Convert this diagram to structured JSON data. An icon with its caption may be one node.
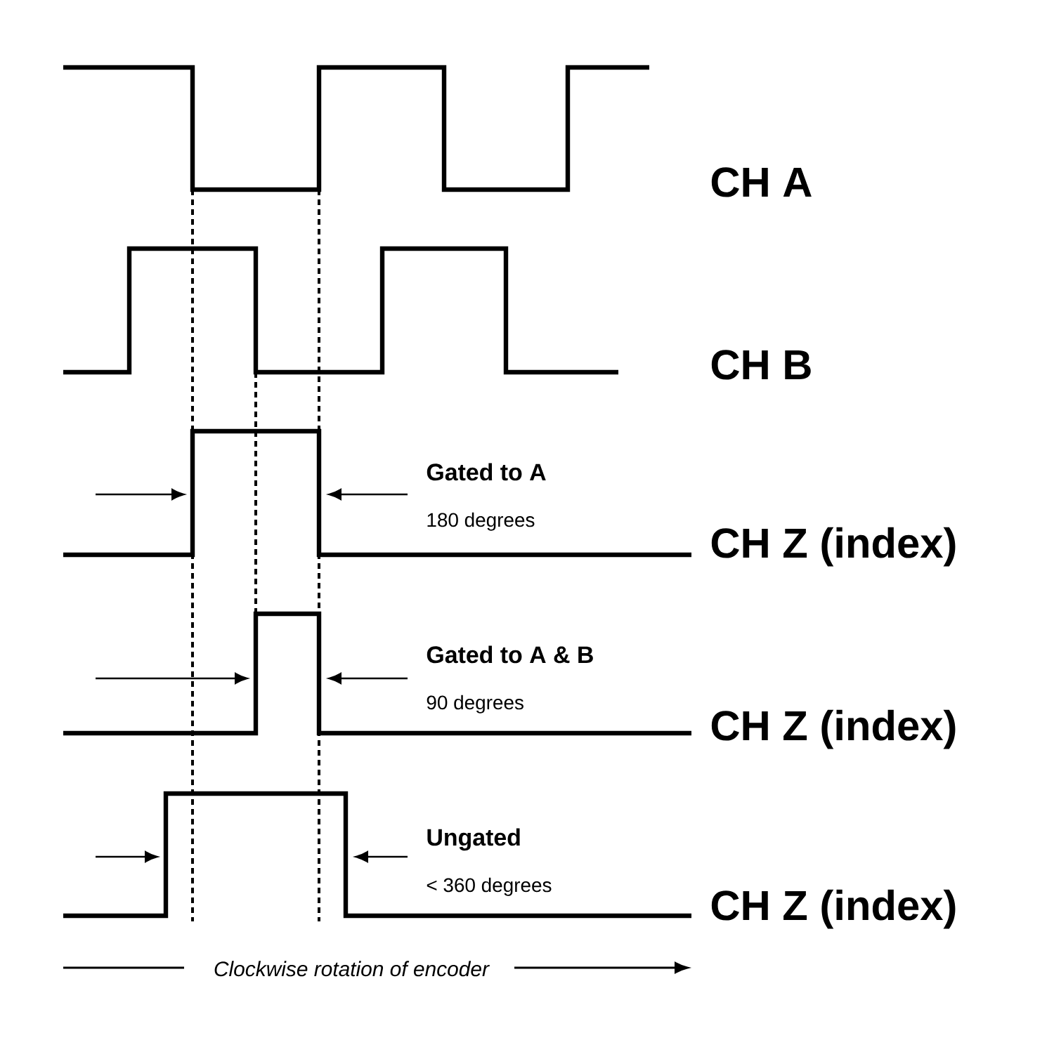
{
  "diagram": {
    "labels": [
      "CH A",
      "CH B",
      "Gated to A",
      "180 degrees",
      "CH Z (index)",
      "Gated to A & B",
      "90 degrees",
      "CH Z (index)",
      "Ungated",
      "< 360 degrees",
      "CH Z (index)",
      "Clockwise rotation of encoder"
    ]
  }
}
